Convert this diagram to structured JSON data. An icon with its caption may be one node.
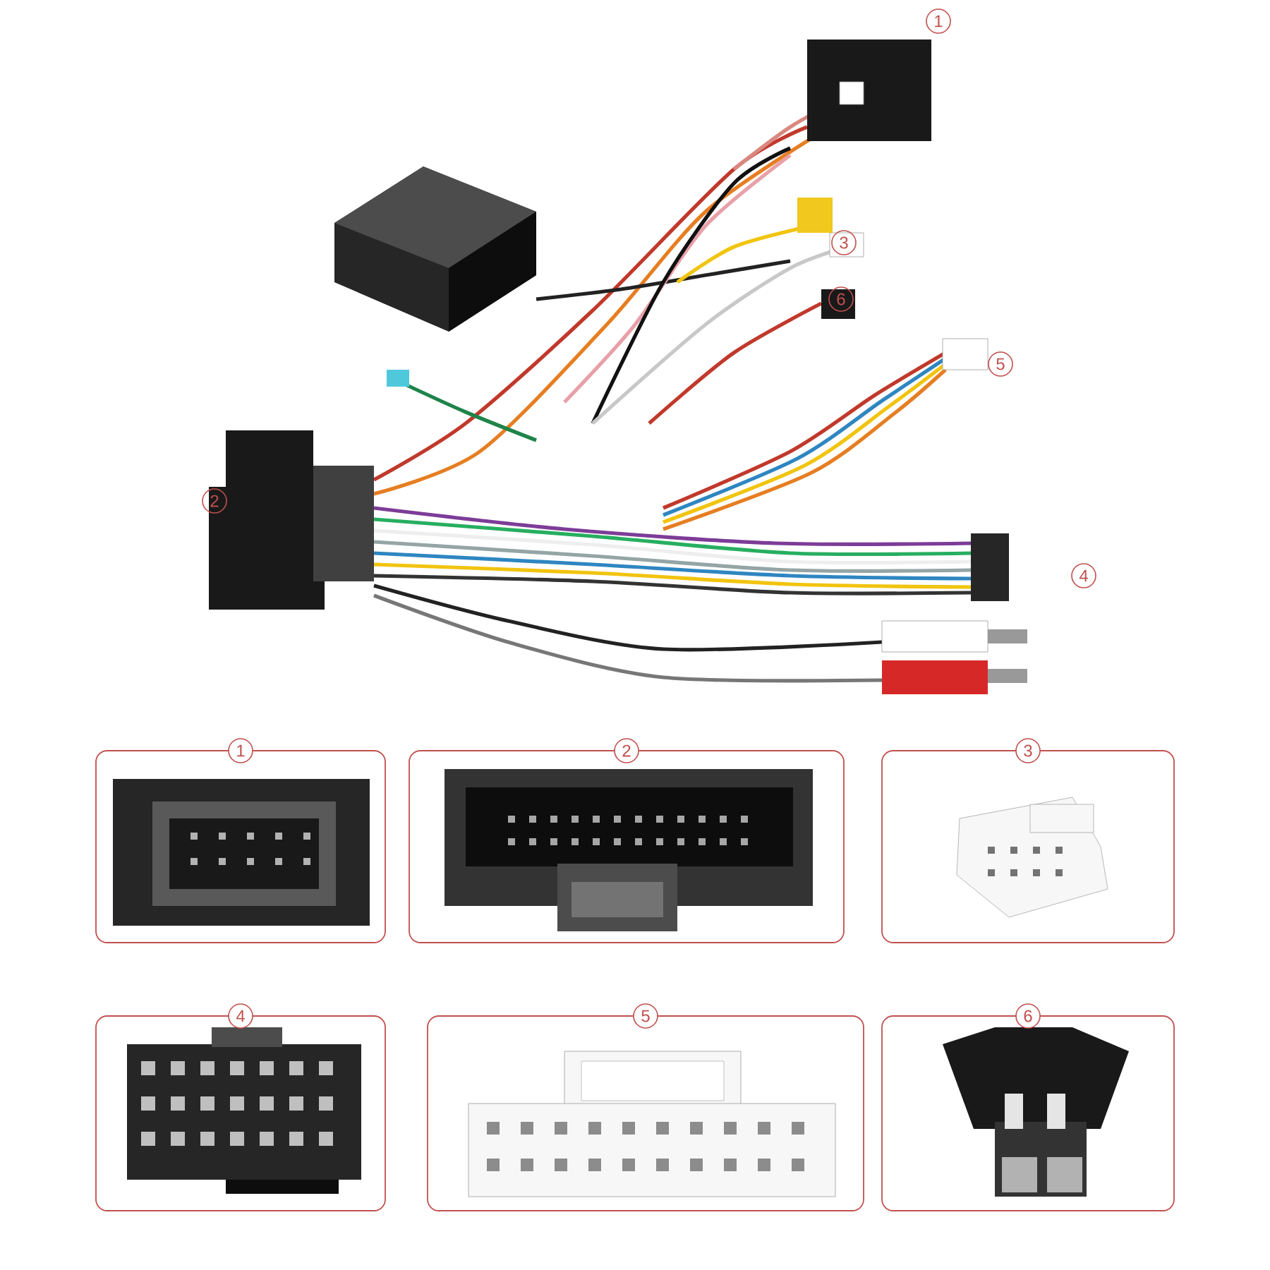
{
  "diagram": {
    "nodes": [
      {
        "text": [
          "1"
        ]
      },
      {
        "text": [
          "2"
        ]
      },
      {
        "text": [
          "3"
        ]
      },
      {
        "text": [
          "4"
        ]
      },
      {
        "text": [
          "5"
        ]
      },
      {
        "text": [
          "6"
        ]
      }
    ],
    "labels": [
      "1",
      "3",
      "6",
      "5",
      "2",
      "4"
    ]
  }
}
